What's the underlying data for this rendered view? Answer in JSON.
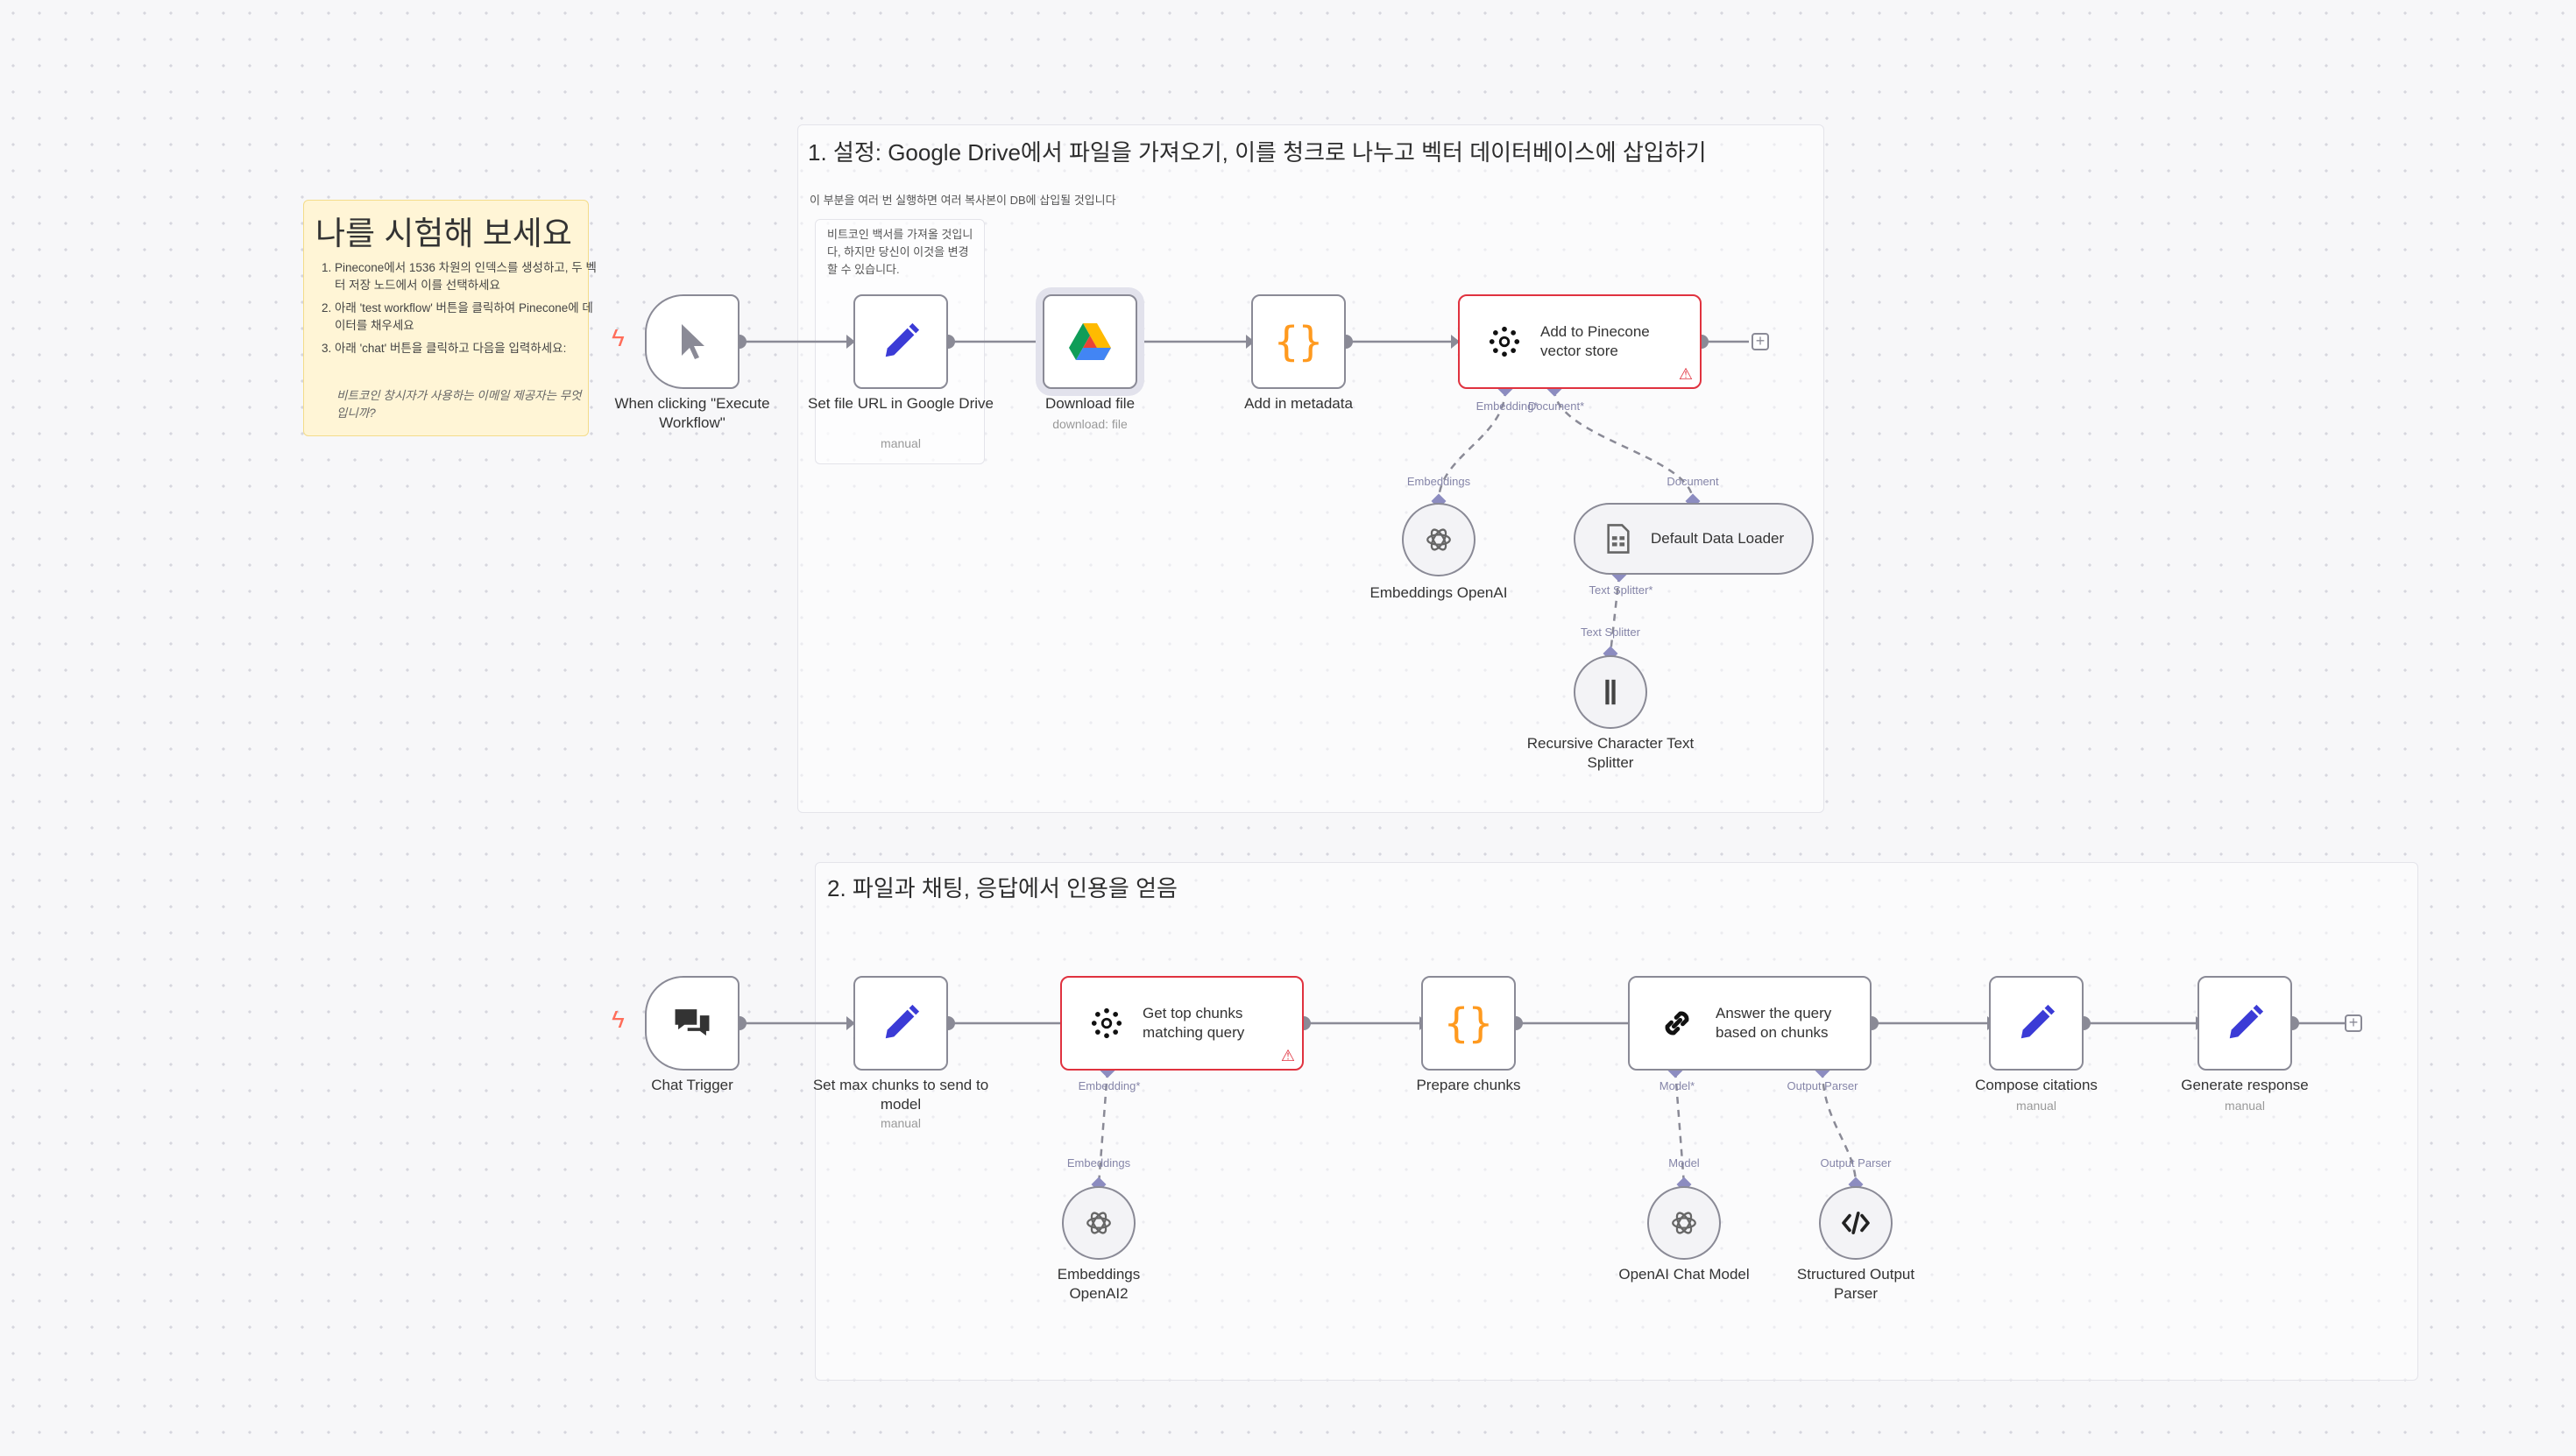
{
  "section1": {
    "title": "1. 설정: Google Drive에서 파일을 가져오기, 이를 청크로 나누고 벡터 데이터베이스에 삽입하기",
    "subtitle": "이 부분을 여러 번 실행하면 여러 복사본이 DB에 삽입될 것입니다"
  },
  "section2": {
    "title": "2. 파일과 채팅, 응답에서 인용을 얻음"
  },
  "inner_note": "비트코인 백서를 가져올 것입니다, 하지만 당신이 이것을 변경할 수 있습니다.",
  "try_it": {
    "title": "나를 시험해 보세요",
    "steps": [
      "Pinecone에서 1536 차원의 인덱스를 생성하고, 두 벡터 저장 노드에서 이를 선택하세요",
      "아래 'test workflow' 버튼을 클릭하여 Pinecone에 데이터를 채우세요",
      "아래 'chat' 버튼을 클릭하고 다음을 입력하세요:"
    ],
    "question": "비트코인 창시자가 사용하는 이메일 제공자는 무엇입니까?"
  },
  "nodes": {
    "manual_trigger": {
      "label": "When clicking \"Execute Workflow\"",
      "icon": "pointer-icon"
    },
    "set_url": {
      "label": "Set file URL in Google Drive",
      "sub": "manual",
      "icon": "pencil-icon"
    },
    "download": {
      "label": "Download file",
      "sub": "download: file",
      "icon": "google-drive-icon"
    },
    "add_metadata": {
      "label": "Add in metadata",
      "icon": "braces-icon"
    },
    "pinecone_add": {
      "label": "Add to Pinecone vector store",
      "icon": "pinecone-icon"
    },
    "emb1": {
      "label": "Embeddings OpenAI",
      "icon": "openai-icon"
    },
    "loader": {
      "label": "Default Data Loader",
      "icon": "document-icon"
    },
    "splitter": {
      "label": "Recursive Character Text Splitter",
      "icon": "splitter-icon"
    },
    "chat_trigger": {
      "label": "Chat Trigger",
      "icon": "chat-icon"
    },
    "set_max": {
      "label": "Set max chunks to send to model",
      "sub": "manual",
      "icon": "pencil-icon"
    },
    "pinecone_get": {
      "label": "Get top chunks matching query",
      "icon": "pinecone-icon"
    },
    "prepare": {
      "label": "Prepare chunks",
      "icon": "braces-icon"
    },
    "answer": {
      "label": "Answer the query based on chunks",
      "icon": "chain-icon"
    },
    "compose": {
      "label": "Compose citations",
      "sub": "manual",
      "icon": "pencil-icon"
    },
    "generate": {
      "label": "Generate response",
      "sub": "manual",
      "icon": "pencil-icon"
    },
    "emb2": {
      "label": "Embeddings OpenAI2",
      "icon": "openai-icon"
    },
    "chat_model": {
      "label": "OpenAI Chat Model",
      "icon": "openai-icon"
    },
    "parser": {
      "label": "Structured Output Parser",
      "icon": "code-icon"
    }
  },
  "ports": {
    "embedding_star": "Embedding*",
    "document_star": "Document*",
    "embeddings": "Embeddings",
    "document": "Document",
    "text_splitter_star": "Text Splitter*",
    "text_splitter": "Text Splitter",
    "model_star": "Model*",
    "output_parser": "Output Parser",
    "model": "Model"
  },
  "colors": {
    "canvas": "#f7f7f9",
    "node_border": "#8a8a96",
    "error_border": "#e0323f",
    "trigger_bolt": "#ff6d5a",
    "pencil": "#3b3bd6",
    "braces": "#ff9a1f",
    "port_label": "#8585a8"
  }
}
